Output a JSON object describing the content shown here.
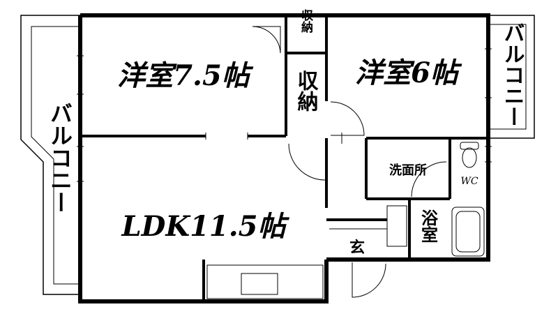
{
  "rooms": {
    "western_room_1": "洋室7.5帖",
    "western_room_2": "洋室6帖",
    "ldk": "LDK11.5帖",
    "washroom": "洗面所",
    "wc": "WC",
    "bathroom": "浴室",
    "entrance": "玄"
  },
  "storage": {
    "closet_small": "収納",
    "closet_large": "収納"
  },
  "balcony": {
    "left": "バルコニー",
    "right": "バルコニー"
  },
  "colors": {
    "wall": "#000000",
    "background": "#ffffff"
  }
}
